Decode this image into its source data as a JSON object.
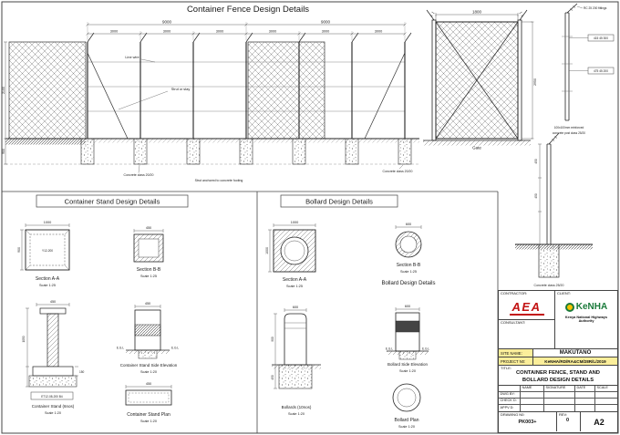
{
  "fence": {
    "title": "Container Fence Design Details",
    "dims": {
      "span": "9000",
      "bay": "3000",
      "height": "2100",
      "embed": "900",
      "gate_width": "1800",
      "gate_height": "2950",
      "post_seg": "450"
    },
    "labels": {
      "line_wire": "Line wire",
      "strut": "Strut or stay",
      "concrete_a": "Concrete class 20/20",
      "concrete_b": "Concrete class 20/20",
      "strut_note": "Strut anchored to concrete footing",
      "gate": "Gate"
    },
    "post_detail": {
      "fittings": "RC 25 200 fittings",
      "callout1": "415 45 300",
      "callout2": "475 45 200",
      "note1": "100x100mm reinforced",
      "note2": "concrete post class 25/20",
      "footing": "Concrete class 25/20"
    }
  },
  "stand": {
    "title": "Container Stand Design Details",
    "section_aa": {
      "label": "Section A-A",
      "scale": "Scale 1:25",
      "dim_top": "1000",
      "dim_left": "900",
      "rebar": "Y12-200"
    },
    "section_bb": {
      "label": "Section B-B",
      "scale": "Scale 1:25",
      "dim_top": "450"
    },
    "elevation": {
      "label": "Container Stand (6nos)",
      "scale": "Scale 1:20",
      "dim_top": "450",
      "dim_left": "1050",
      "dim_right": "150",
      "tag": "ET12-08-200 B4"
    },
    "side": {
      "label": "Container Stand Side Elevation",
      "scale": "Scale 1:20",
      "dim_top": "450",
      "egl": "E.G.L"
    },
    "plan": {
      "label": "Container Stand Plan",
      "scale": "Scale 1:20",
      "dim_top": "450"
    }
  },
  "bollard": {
    "title": "Bollard Design Details",
    "subtitle": "Bollard Design Details",
    "section_aa": {
      "label": "Section A-A",
      "scale": "Scale 1:25",
      "dim_top": "1000",
      "dim_left": "1000"
    },
    "section_bb": {
      "label": "Section B-B",
      "scale": "Scale 1:25",
      "dim_top": "600"
    },
    "elevation": {
      "label": "Bollards (10nos)",
      "scale": "Scale 1:20",
      "dim_top": "600",
      "dim_left": "900",
      "dim_footing": "450"
    },
    "side": {
      "label": "Bollard Side Elevation",
      "scale": "Scale 1:20",
      "dim_top": "600",
      "egl": "E.G.L"
    },
    "plan": {
      "label": "Bollard Plan",
      "scale": "Scale 1:20"
    }
  },
  "titleblock": {
    "contractor_label": "CONTRACTOR:",
    "client_label": "CLIENT:",
    "consultant_label": "CONSULTANT:",
    "contractor_logo": "AEA",
    "client_logo": "KeNHA",
    "client_name": "Kenya National Highways Authority",
    "site_name_label": "SITE NAME:",
    "site_name": "MAKUTANO",
    "project_label": "PROJECT N0:",
    "project_no": "KeNHA/RD/RA&CM/28R/L/2019",
    "title_label": "TITLE:",
    "drawing_title_1": "CONTAINER FENCE, STAND AND",
    "drawing_title_2": "BOLLARD DESIGN DETAILS",
    "table_headers": [
      "NAME",
      "SIGNATURE",
      "DATE",
      "SCALE"
    ],
    "row_labels": [
      "DWG BY:",
      "CHECK D:",
      "APPV D:"
    ],
    "drawing_no_label": "DRAWING N0:",
    "drawing_no": "PK003+",
    "rev_label": "REV:",
    "rev": "0",
    "sheet_size": "A2"
  }
}
